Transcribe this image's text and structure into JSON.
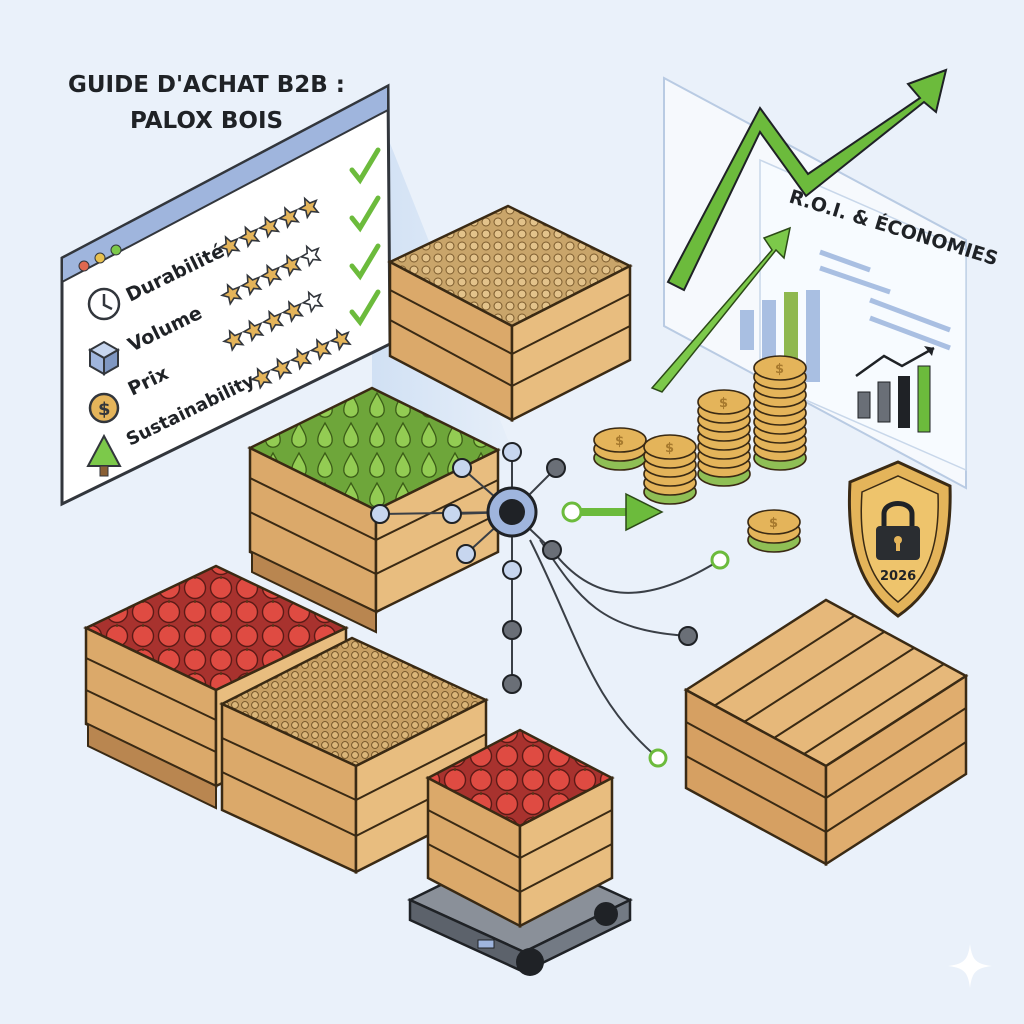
{
  "title": {
    "line1": "GUIDE D'ACHAT B2B :",
    "line2": "PALOX BOIS"
  },
  "criteria_window": {
    "items": [
      {
        "label": "Durabilité",
        "icon": "clock-icon",
        "stars": 5
      },
      {
        "label": "Volume",
        "icon": "cube-icon",
        "stars": 4
      },
      {
        "label": "Prix",
        "icon": "dollar-coin-icon",
        "stars": 4
      },
      {
        "label": "Sustainability",
        "icon": "tree-icon",
        "stars": 5
      }
    ]
  },
  "roi_panel": {
    "title": "R.O.I. & ÉCONOMIES"
  },
  "shield_badge": {
    "year": "2026"
  },
  "colors": {
    "background": "#eaf1fa",
    "wood": "#e2b477",
    "wood_dark": "#b98650",
    "green_accent": "#6cbb3c",
    "apple_red": "#d9423c",
    "pear_green": "#8cc84b",
    "coin_gold": "#e4b45a",
    "hub_blue": "#9fb5dd"
  }
}
